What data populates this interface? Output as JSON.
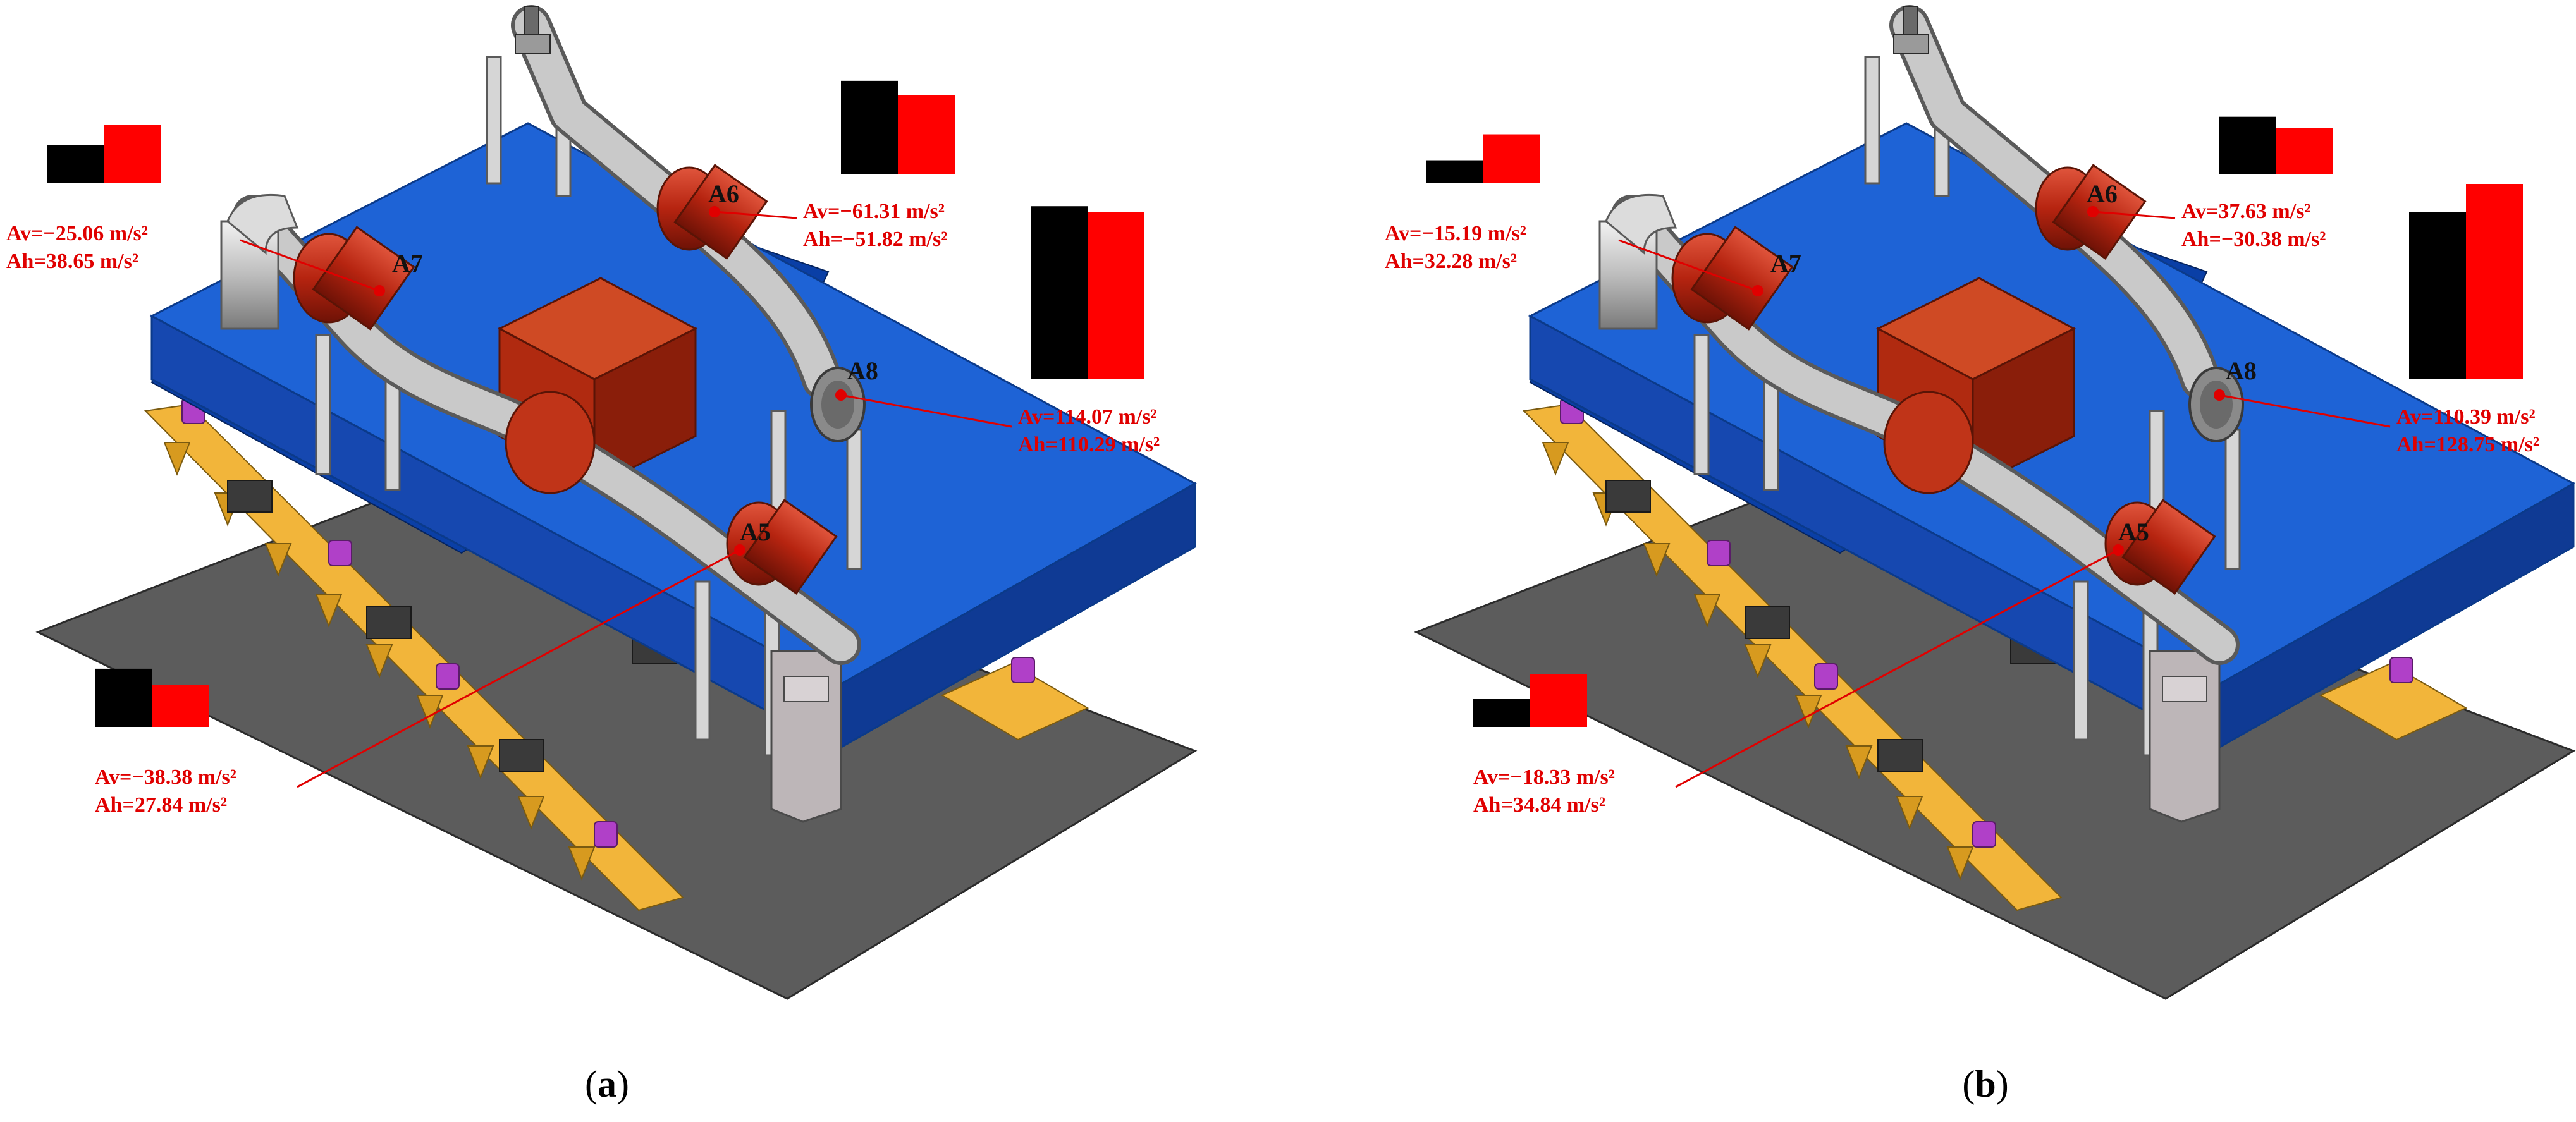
{
  "colors": {
    "vertical_bar": "#000000",
    "horizontal_bar": "#ff0000",
    "annotation": "#e00000",
    "platform": "#1e63d6",
    "base_plate": "#5c5c5c",
    "springs": "#f2b53a",
    "dampers": "#b040c8",
    "mass_block": "#b02a10",
    "pipe": "#c9c9c9",
    "flange": "#b62410"
  },
  "panels": [
    {
      "caption_open": "(",
      "caption_letter": "a",
      "caption_close": ")",
      "points": [
        {
          "tag": "A7",
          "av_text": "Av=−25.06 m/s²",
          "ah_text": "Ah=38.65 m/s²",
          "av": -25.06,
          "ah": 38.65
        },
        {
          "tag": "A6",
          "av_text": "Av=−61.31 m/s²",
          "ah_text": "Ah=−51.82 m/s²",
          "av": -61.31,
          "ah": -51.82
        },
        {
          "tag": "A8",
          "av_text": "Av=114.07 m/s²",
          "ah_text": "Ah=110.29 m/s²",
          "av": 114.07,
          "ah": 110.29
        },
        {
          "tag": "A5",
          "av_text": "Av=−38.38 m/s²",
          "ah_text": "Ah=27.84 m/s²",
          "av": -38.38,
          "ah": 27.84
        }
      ]
    },
    {
      "caption_open": "(",
      "caption_letter": "b",
      "caption_close": ")",
      "points": [
        {
          "tag": "A7",
          "av_text": "Av=−15.19 m/s²",
          "ah_text": "Ah=32.28 m/s²",
          "av": -15.19,
          "ah": 32.28
        },
        {
          "tag": "A6",
          "av_text": "Av=37.63 m/s²",
          "ah_text": "Ah=−30.38 m/s²",
          "av": 37.63,
          "ah": -30.38
        },
        {
          "tag": "A8",
          "av_text": "Av=110.39 m/s²",
          "ah_text": "Ah=128.75 m/s²",
          "av": 110.39,
          "ah": 128.75
        },
        {
          "tag": "A5",
          "av_text": "Av=−18.33 m/s²",
          "ah_text": "Ah=34.84 m/s²",
          "av": -18.33,
          "ah": 34.84
        }
      ]
    }
  ]
}
